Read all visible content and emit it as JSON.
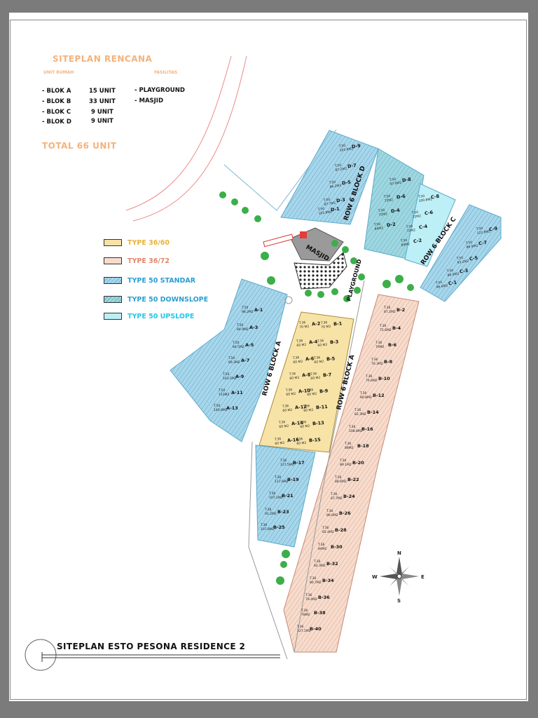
{
  "title": "SITEPLAN RENCANA",
  "unit_header": "UNIT RUMAH",
  "facility_header": "FASILITAS",
  "units": [
    {
      "label": "- BLOK A",
      "count": "15 UNIT"
    },
    {
      "label": "- BLOK B",
      "count": "33 UNIT"
    },
    {
      "label": "- BLOK C",
      "count": "9 UNIT"
    },
    {
      "label": "- BLOK D",
      "count": "9 UNIT"
    }
  ],
  "facilities": [
    "- PLAYGROUND",
    "- MASJID"
  ],
  "total": "TOTAL  66 UNIT",
  "legend": [
    {
      "label": "TYPE 36/60",
      "fill": "#f7e3a6",
      "color": "#e8b33a"
    },
    {
      "label": "TYPE 36/72",
      "fill": "#f6dccd",
      "color": "#e2866a"
    },
    {
      "label": "TYPE 50 STANDAR",
      "fill": "#a8d6ea",
      "color": "#2a9fd0"
    },
    {
      "label": "TYPE 50 DOWNSLOPE",
      "fill": "#9fd6e0",
      "color": "#2a9fd0"
    },
    {
      "label": "TYPE 50 UPSLOPE",
      "fill": "#bdeff6",
      "color": "#27c7e6"
    }
  ],
  "roads": [
    "ROW 6 BLOCK D",
    "ROW 6 BLOCK C",
    "ROW 6 BLOCK A",
    "ROW 6 BLOCK A",
    "PLAYGROUND",
    "MASJID"
  ],
  "block_d": [
    {
      "id": "D-9",
      "t": "T.50",
      "a": "103.6M2"
    },
    {
      "id": "D-7",
      "t": "T.50",
      "a": "87.2M2"
    },
    {
      "id": "D-5",
      "t": "T.50",
      "a": "86.2M2"
    },
    {
      "id": "D-3",
      "t": "T.50",
      "a": "87.7M2"
    },
    {
      "id": "D-1",
      "t": "T.50",
      "a": "103.8M2"
    },
    {
      "id": "D-8",
      "t": "T.50",
      "a": "97.9M2"
    },
    {
      "id": "D-6",
      "t": "T.50",
      "a": "72M2"
    },
    {
      "id": "D-4",
      "t": "T.50",
      "a": "72M2"
    },
    {
      "id": "D-2",
      "t": "T.50",
      "a": "84M2"
    }
  ],
  "block_c": [
    {
      "id": "C-8",
      "t": "T.50",
      "a": "100.8M2"
    },
    {
      "id": "C-6",
      "t": "T.50",
      "a": "72M2"
    },
    {
      "id": "C-4",
      "t": "T.50",
      "a": "72M2"
    },
    {
      "id": "C-2",
      "t": "T.50",
      "a": "84M2"
    },
    {
      "id": "C-9",
      "t": "T.50",
      "a": "122.8M2"
    },
    {
      "id": "C-7",
      "t": "T.50",
      "a": "86.9M2"
    },
    {
      "id": "C-5",
      "t": "T.50",
      "a": "93.2M2"
    },
    {
      "id": "C-3",
      "t": "T.50",
      "a": "86.9M2"
    },
    {
      "id": "C-1",
      "t": "T.50",
      "a": "96.4M2"
    }
  ],
  "block_a_blue": [
    {
      "id": "A-1",
      "t": "T.50",
      "a": "98.2M2"
    },
    {
      "id": "A-3",
      "t": "T.50",
      "a": "84.9M2"
    },
    {
      "id": "A-5",
      "t": "T.50",
      "a": "84.5M2"
    },
    {
      "id": "A-7",
      "t": "T.50",
      "a": "89.3M2"
    },
    {
      "id": "A-9",
      "t": "T.50",
      "a": "163.5M2"
    },
    {
      "id": "A-11",
      "t": "T.50",
      "a": "153M2"
    },
    {
      "id": "A-13",
      "t": "T.50",
      "a": "140.8M2"
    }
  ],
  "block_a_yellow": [
    {
      "id": "A-2",
      "t": "T.36",
      "a": "70 M2"
    },
    {
      "id": "A-4",
      "t": "T.36",
      "a": "60 M2"
    },
    {
      "id": "A-6",
      "t": "T.36",
      "a": "60 M2"
    },
    {
      "id": "A-8",
      "t": "T.36",
      "a": "60 M2"
    },
    {
      "id": "A-10",
      "t": "T.36",
      "a": "60 M2"
    },
    {
      "id": "A-12",
      "t": "T.36",
      "a": "60 M2"
    },
    {
      "id": "A-14",
      "t": "T.36",
      "a": "60 M2"
    },
    {
      "id": "A-16",
      "t": "T.36",
      "a": "60 M2"
    }
  ],
  "block_b_yellow": [
    {
      "id": "B-1",
      "t": "T.36",
      "a": "70 M2"
    },
    {
      "id": "B-3",
      "t": "T.36",
      "a": "60 M2"
    },
    {
      "id": "B-5",
      "t": "T.36",
      "a": "60 M2"
    },
    {
      "id": "B-7",
      "t": "T.36",
      "a": "60 M2"
    },
    {
      "id": "B-9",
      "t": "T.36",
      "a": "60 M2"
    },
    {
      "id": "B-11",
      "t": "T.36",
      "a": "60 M2"
    },
    {
      "id": "B-13",
      "t": "T.36",
      "a": "60 M2"
    },
    {
      "id": "B-15",
      "t": "T.36",
      "a": "60 M2"
    }
  ],
  "block_b_blue": [
    {
      "id": "B-17",
      "t": "T.36",
      "a": "127.5M2"
    },
    {
      "id": "B-19",
      "t": "T.36",
      "a": "117.6M2"
    },
    {
      "id": "B-21",
      "t": "T.36",
      "a": "107.1M2"
    },
    {
      "id": "B-23",
      "t": "T.36",
      "a": "91.2M2"
    },
    {
      "id": "B-25",
      "t": "T.36",
      "a": "107.8M2"
    }
  ],
  "block_b_pink": [
    {
      "id": "B-2",
      "t": "T.36",
      "a": "87.2M2"
    },
    {
      "id": "B-4",
      "t": "T.36",
      "a": "72.6M2"
    },
    {
      "id": "B-6",
      "t": "T.36",
      "a": "76M2"
    },
    {
      "id": "B-8",
      "t": "T.36",
      "a": "76.3M2"
    },
    {
      "id": "B-10",
      "t": "T.36",
      "a": "76.6M2"
    },
    {
      "id": "B-12",
      "t": "T.36",
      "a": "80.8M2"
    },
    {
      "id": "B-14",
      "t": "T.36",
      "a": "82.3M2"
    },
    {
      "id": "B-16",
      "t": "T.36",
      "a": "108.8M2"
    },
    {
      "id": "B-18",
      "t": "T.36",
      "a": "88M2"
    },
    {
      "id": "B-20",
      "t": "T.36",
      "a": "89.1M2"
    },
    {
      "id": "B-22",
      "t": "T.36",
      "a": "88.6M2"
    },
    {
      "id": "B-24",
      "t": "T.36",
      "a": "87.7M2"
    },
    {
      "id": "B-26",
      "t": "T.36",
      "a": "86.6M2"
    },
    {
      "id": "B-28",
      "t": "T.36",
      "a": "85.4M2"
    },
    {
      "id": "B-30",
      "t": "T.36",
      "a": "84M2"
    },
    {
      "id": "B-32",
      "t": "T.36",
      "a": "82.3M2"
    },
    {
      "id": "B-34",
      "t": "T.36",
      "a": "80.7M2"
    },
    {
      "id": "B-36",
      "t": "T.36",
      "a": "79.4M2"
    },
    {
      "id": "B-38",
      "t": "T.36",
      "a": "78M2"
    },
    {
      "id": "B-40",
      "t": "T.36",
      "a": "127.1M2"
    }
  ],
  "compass": {
    "n": "N",
    "s": "S",
    "e": "E",
    "w": "W"
  },
  "footer_title": "SITEPLAN ESTO PESONA RESIDENCE 2"
}
